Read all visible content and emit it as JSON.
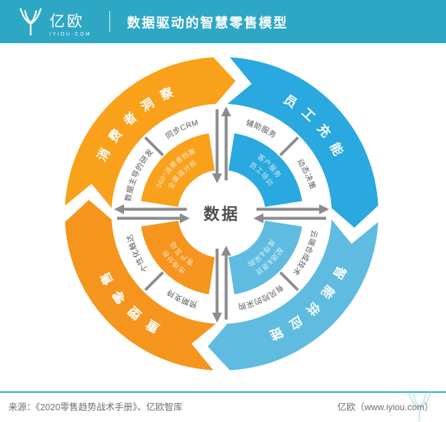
{
  "header": {
    "logo_text": "亿欧",
    "logo_subtext": "IYIOU·COM",
    "title": "数据驱动的智慧零售模型"
  },
  "center": {
    "label": "数据"
  },
  "quadrants": {
    "consumer_insight": {
      "label": "消费者洞察",
      "color": "#F9A11B",
      "middle_items": [
        "数据主导的研发",
        "同步CRM"
      ],
      "inner_items": [
        "360°消费者档案",
        "全渠道分析"
      ]
    },
    "employee_empowerment": {
      "label": "员工充能",
      "color": "#29A9DF",
      "middle_items": [
        "辅助服务",
        "动态决策"
      ],
      "inner_items": [
        "客户服务",
        "员工培训"
      ]
    },
    "intelligent_supply_chain": {
      "label": "智能供应链",
      "color": "#5FBCE0",
      "middle_items": [
        "云端合成技术",
        "有风险的采购"
      ],
      "inner_items": [
        "配送&退货",
        "库存&采购"
      ]
    },
    "reshaped_retail": {
      "label": "重塑零售",
      "color": "#F5951E",
      "middle_items": [
        "预期支持",
        "个性化触达"
      ],
      "inner_items": [
        "市场分析",
        "客户互动"
      ]
    }
  },
  "footer": {
    "source": "来源：《2020零售趋势战术手册》、亿欧智库",
    "credit": "亿欧（www.iyiou.com）"
  },
  "colors": {
    "header_teal": "#2EA7C5",
    "arrow_gray": "#8A8C8E",
    "middle_text_gray": "#58595B",
    "center_text": "#4E4F51",
    "footer_text": "#6D6E71"
  }
}
